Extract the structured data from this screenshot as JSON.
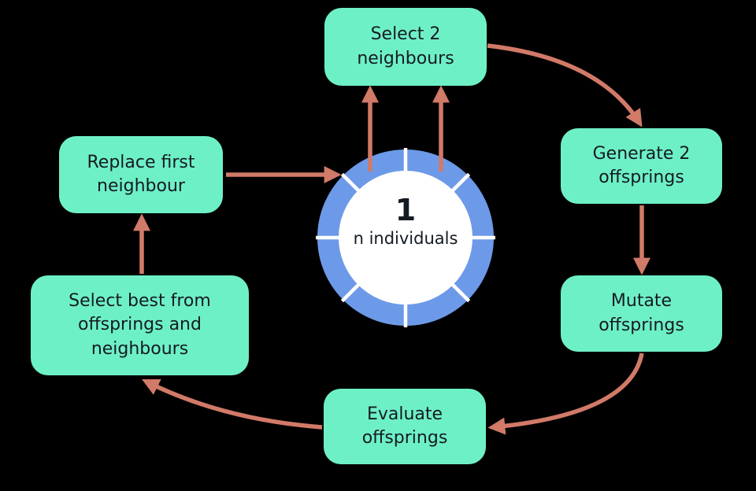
{
  "diagram": {
    "type": "cycle-flow-diagram",
    "nodes": [
      {
        "id": "select-2-neighbours",
        "label": "Select 2 neighbours"
      },
      {
        "id": "generate-2-offsprings",
        "label": "Generate 2 offsprings"
      },
      {
        "id": "mutate-offsprings",
        "label": "Mutate offsprings"
      },
      {
        "id": "evaluate-offsprings",
        "label": "Evaluate offsprings"
      },
      {
        "id": "select-best",
        "label": "Select best from offsprings and neighbours"
      },
      {
        "id": "replace-first-neighbour",
        "label": "Replace first neighbour"
      }
    ],
    "center": {
      "number": "1",
      "label": "n individuals",
      "ring_segments": 8
    },
    "edges": [
      {
        "from": "population-ring",
        "to": "select-2-neighbours",
        "note": "two upward arrows"
      },
      {
        "from": "select-2-neighbours",
        "to": "generate-2-offsprings"
      },
      {
        "from": "generate-2-offsprings",
        "to": "mutate-offsprings"
      },
      {
        "from": "mutate-offsprings",
        "to": "evaluate-offsprings"
      },
      {
        "from": "evaluate-offsprings",
        "to": "select-best"
      },
      {
        "from": "select-best",
        "to": "replace-first-neighbour"
      },
      {
        "from": "replace-first-neighbour",
        "to": "population-ring"
      }
    ],
    "colors": {
      "background": "#000000",
      "node_bg": "#6EF0C6",
      "node_text": "#141B22",
      "arrow": "#D17A68",
      "ring": "#6D9AE8",
      "ring_divider": "#FFFFFF",
      "ring_center": "#FFFFFF"
    }
  }
}
